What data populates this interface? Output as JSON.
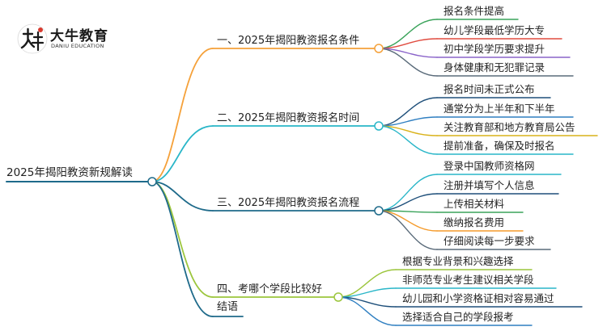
{
  "logo": {
    "title": "大牛教育",
    "subtitle": "DANIU EDUCATION",
    "mark_text": "大牛"
  },
  "colors": {
    "branch1": "#f5a13a",
    "branch2": "#29b6c8",
    "branch3": "#1e6a8a",
    "branch4": "#9cc63d",
    "root": "#1e6a8a",
    "red": "#e04b3f",
    "purple": "#8a63c9",
    "green": "#3aa35a",
    "orange": "#f59b2b",
    "blue": "#2f7fc1",
    "gold": "#d9b21a",
    "navy": "#1e4f7a",
    "gray": "#5a6b7a"
  },
  "mindmap": {
    "root": "2025年揭阳教资新规解读",
    "branches": [
      {
        "title": "一、2025年揭阳教资报名条件",
        "children": [
          "报名条件提高",
          "幼儿学段最低学历大专",
          "初中学段学历要求提升",
          "身体健康和无犯罪记录"
        ]
      },
      {
        "title": "二、2025年揭阳教资报名时间",
        "children": [
          "报名时间未正式公布",
          "通常分为上半年和下半年",
          "关注教育部和地方教育局公告",
          "提前准备，确保及时报名"
        ]
      },
      {
        "title": "三、2025年揭阳教资报名流程",
        "children": [
          "登录中国教师资格网",
          "注册并填写个人信息",
          "上传相关材料",
          "缴纳报名费用",
          "仔细阅读每一步要求"
        ]
      },
      {
        "title": "四、考哪个学段比较好",
        "children": [
          "根据专业背景和兴趣选择",
          "非师范专业考生建议相关学段",
          "幼儿园和小学资格证相对容易通过",
          "选择适合自己的学段报考"
        ]
      },
      {
        "title": "结语",
        "children": []
      }
    ]
  }
}
